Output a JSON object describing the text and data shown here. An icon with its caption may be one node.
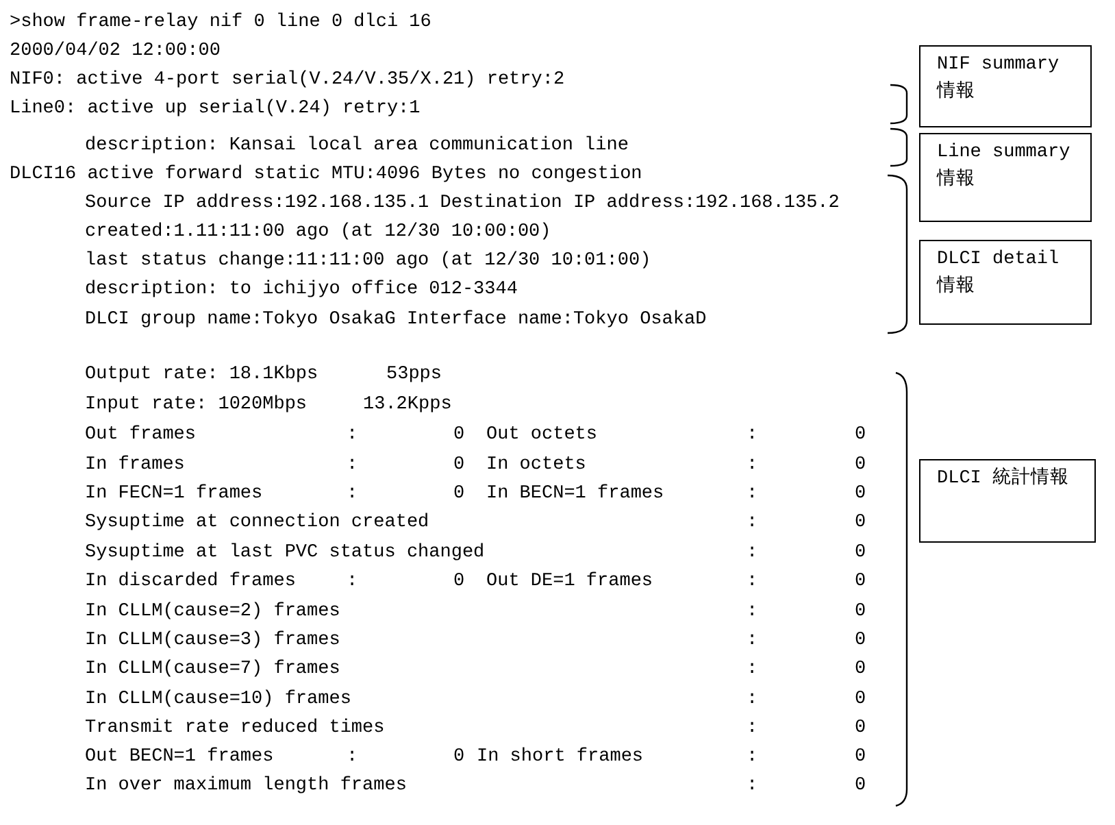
{
  "diagram": {
    "nodes": [
      {
        "text": [
          "NIF summary 情報"
        ]
      },
      {
        "text": [
          "Line summary 情報"
        ]
      },
      {
        "text": [
          "DLCI detail 情報"
        ]
      },
      {
        "text": [
          "DLCI 統計情報"
        ]
      }
    ],
    "labels": [
      ">show frame-relay nif 0 line 0 dlci 16",
      "2000/04/02 12:00:00",
      "NIF0: active 4-port serial(V.24/V.35/X.21) retry:2",
      "Line0: active up serial(V.24) retry:1",
      "description: Kansai local area communication line",
      "DLCI16 active forward static MTU:4096 Bytes no congestion",
      "Source IP address:192.168.135.1 Destination IP address:192.168.135.2",
      "created:1.11:11:00 ago (at 12/30 10:00:00)",
      "last status change:11:11:00 ago (at 12/30 10:01:00)",
      "description: to ichijyo office 012-3344",
      "DLCI group name:Tokyo OsakaG Interface name:Tokyo OsakaD",
      "Output rate: 18.1Kbps",
      "53pps",
      "Input rate: 1020Mbps",
      "13.2Kpps",
      "Out frames",
      ":",
      "0",
      "Out octets",
      ":",
      "0",
      "In frames",
      ":",
      "0",
      "In octets",
      ":",
      "0",
      "In FECN=1 frames",
      ":",
      "0",
      "In BECN=1 frames",
      ":",
      "0",
      "Sysuptime at connection created",
      ":",
      "0",
      "Sysuptime at last PVC status changed",
      ":",
      "0",
      "In discarded frames",
      ":",
      "0",
      "Out DE=1 frames",
      ":",
      "0",
      "In CLLM(cause=2) frames",
      ":",
      "0",
      "In CLLM(cause=3) frames",
      ":",
      "0",
      "In CLLM(cause=7) frames",
      ":",
      "0",
      "In CLLM(cause=10) frames",
      ":",
      "0",
      "Transmit rate reduced times",
      ":",
      "0",
      "Out BECN=1 frames",
      ":",
      "0",
      "In short frames",
      ":",
      "0",
      "In over maximum length frames",
      ":",
      "0"
    ]
  }
}
